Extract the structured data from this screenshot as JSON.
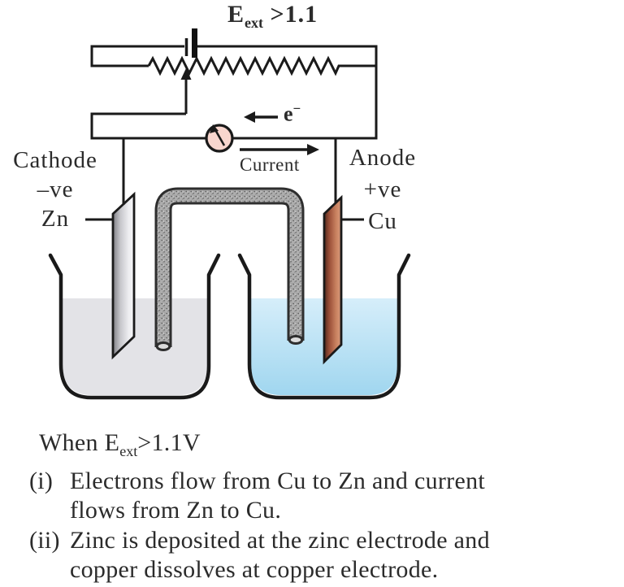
{
  "title": {
    "base": "E",
    "sub": "ext",
    "comparison": " >1.1"
  },
  "circuit": {
    "electron_label_base": "e",
    "electron_label_sup": "−",
    "current_label": "Current"
  },
  "cathode": {
    "role": "Cathode",
    "charge": "–ve",
    "element": "Zn"
  },
  "anode": {
    "role": "Anode",
    "charge": "+ve",
    "element": "Cu"
  },
  "caption": {
    "when_prefix": "When E",
    "when_sub": "ext",
    "when_suffix": ">1.1V",
    "item1_marker": "(i)",
    "item1_line1": "Electrons flow from Cu to Zn and current",
    "item1_line2": "flows from Zn to Cu.",
    "item2_marker": "(ii)",
    "item2_line1": "Zinc is deposited at the zinc electrode and",
    "item2_line2": "copper dissolves at copper electrode."
  },
  "colors": {
    "wire": "#1a1a1a",
    "galvanometer_face": "#f8d6ce",
    "zinc_solution": "#e3e3e7",
    "copper_solution_top": "#d6eefa",
    "copper_solution_bottom": "#a0d6ef",
    "zinc_electrode_dark": "#7e7e84",
    "zinc_electrode_light": "#f6f6f8",
    "copper_electrode_dark": "#53281c",
    "copper_electrode_light": "#d99a7c",
    "salt_bridge_gray": "#aeaeae"
  }
}
